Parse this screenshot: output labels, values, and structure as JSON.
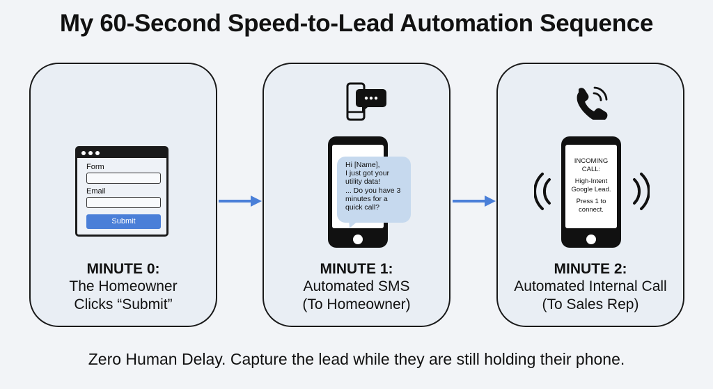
{
  "title": "My 60-Second Speed-to-Lead Automation Sequence",
  "steps": [
    {
      "title": "MINUTE 0:",
      "line1": "The Homeowner",
      "line2": "Clicks “Submit”",
      "form": {
        "label1": "Form",
        "label2": "Email",
        "button": "Submit",
        "button_color": "#4a7fd8"
      },
      "icon": "web-form-icon"
    },
    {
      "title": "MINUTE 1:",
      "line1": "Automated SMS",
      "line2": "(To Homeowner)",
      "sms_lines": [
        "Hi [Name],",
        "I just got your",
        "utility data!",
        "... Do you have 3",
        "minutes for a",
        "quick call?"
      ],
      "bubble_color": "#c6d9ee",
      "icon": "phone-chat-icon"
    },
    {
      "title": "MINUTE 2:",
      "line1": "Automated Internal Call",
      "line2": "(To Sales Rep)",
      "call_lines": [
        "INCOMING",
        "CALL:",
        "",
        "High-Intent",
        "Google Lead.",
        "",
        "Press 1 to",
        "connect."
      ],
      "icon": "ringing-phone-icon"
    }
  ],
  "arrow_color": "#4a7fd8",
  "footer": "Zero Human Delay. Capture the lead while they are still holding their phone."
}
